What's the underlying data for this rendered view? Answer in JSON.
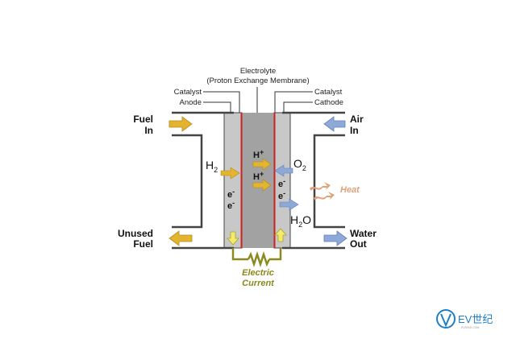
{
  "labels": {
    "electrolyte": "Electrolyte",
    "membrane": "(Proton Exchange Membrane)",
    "catalyst_left": "Catalyst",
    "anode": "Anode",
    "catalyst_right": "Catalyst",
    "cathode": "Cathode",
    "fuel_in_1": "Fuel",
    "fuel_in_2": "In",
    "air_in_1": "Air",
    "air_in_2": "In",
    "unused_fuel_1": "Unused",
    "unused_fuel_2": "Fuel",
    "water_out_1": "Water",
    "water_out_2": "Out",
    "h2": "H",
    "h2_sub": "2",
    "o2": "O",
    "o2_sub": "2",
    "h2o_h": "H",
    "h2o_sub": "2",
    "h2o_o": "O",
    "hplus_1": "H",
    "hplus_2": "H",
    "plus": "+",
    "e_left_1": "e",
    "e_left_2": "e",
    "e_right_1": "e",
    "e_right_2": "e",
    "minus": "-",
    "heat": "Heat",
    "electric": "Electric",
    "current": "Current",
    "logo": "EV世纪",
    "logo_small": "EVSHIJI.COM"
  },
  "colors": {
    "fuel_arrow": "#e2b430",
    "air_arrow": "#8ea8d8",
    "heat_arrow": "#e0a27a",
    "membrane": "#a2a2a2",
    "electrode": "#c8c8c8",
    "catalyst_line": "#cc2222",
    "circuit": "#8a8a1e",
    "current_arrow": "#f2ec6a",
    "logo": "#1f7fc4"
  }
}
